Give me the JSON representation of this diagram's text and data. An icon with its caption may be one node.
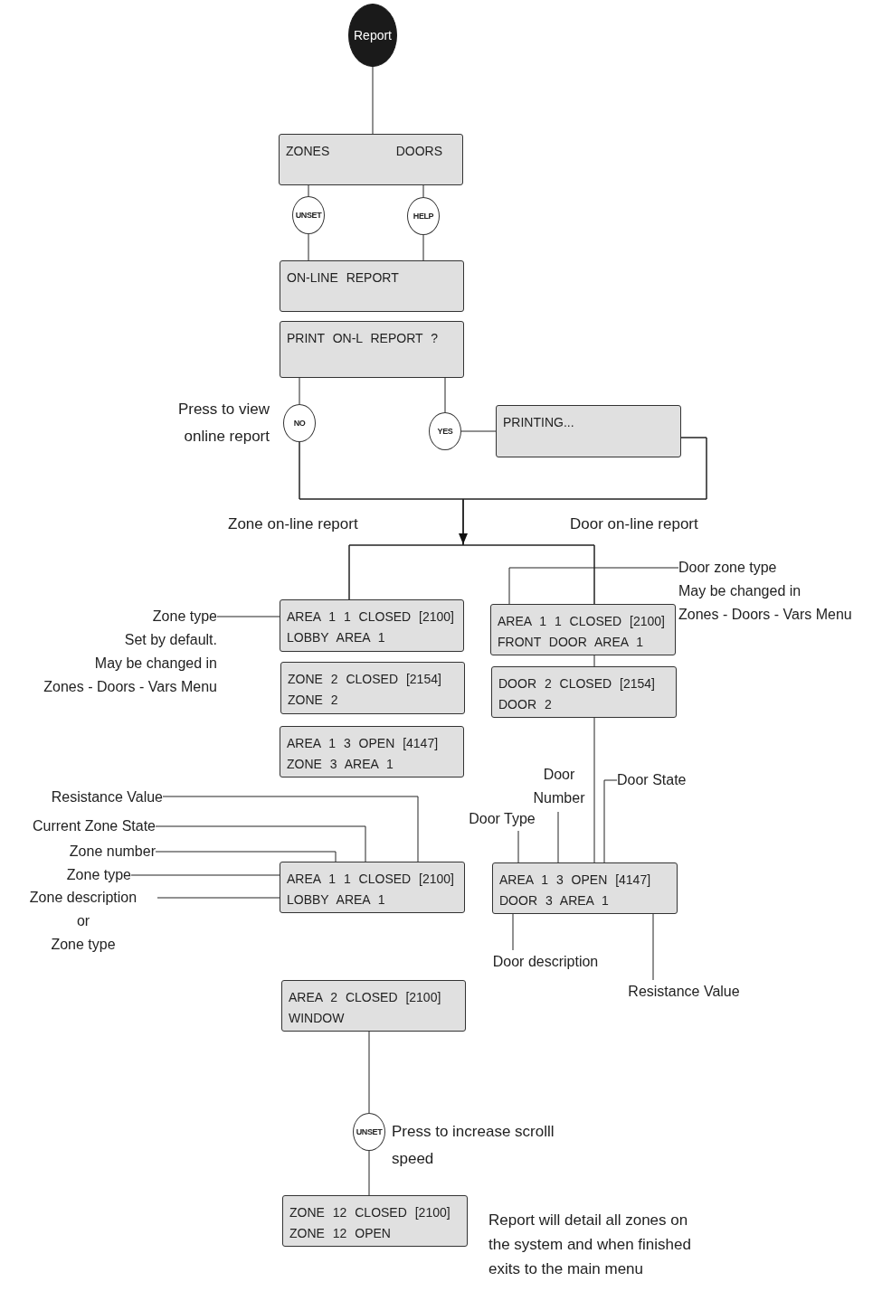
{
  "diagram": {
    "nodes": [
      {
        "text": [
          "Report"
        ]
      },
      {
        "text": [
          "ZONES",
          "DOORS"
        ]
      },
      {
        "text": [
          "UNSET"
        ]
      },
      {
        "text": [
          "HELP"
        ]
      },
      {
        "text": [
          "ON-LINE REPORT"
        ]
      },
      {
        "text": [
          "PRINT ON-L REPORT ?"
        ]
      },
      {
        "text": [
          "NO"
        ],
        "beside": [
          "Press to view online report"
        ]
      },
      {
        "text": [
          "YES"
        ]
      },
      {
        "text": [
          "PRINTING..."
        ]
      },
      {
        "text": [
          "AREA 1 1 CLOSED [2100]",
          "LOBBY AREA 1"
        ]
      },
      {
        "text": [
          "ZONE 2 CLOSED [2154]",
          "ZONE 2"
        ]
      },
      {
        "text": [
          "AREA 1 3 OPEN [4147]",
          "ZONE 3 AREA 1"
        ]
      },
      {
        "text": [
          "AREA 1 1 CLOSED [2100]",
          "FRONT DOOR AREA 1"
        ]
      },
      {
        "text": [
          "DOOR 2 CLOSED [2154]",
          "DOOR 2"
        ]
      },
      {
        "text": [
          "AREA 1 1 CLOSED [2100]",
          "LOBBY AREA 1"
        ]
      },
      {
        "text": [
          "AREA 1 3 OPEN [4147]",
          "DOOR 3 AREA 1"
        ]
      },
      {
        "text": [
          "AREA 2 CLOSED [2100]",
          "WINDOW"
        ]
      },
      {
        "text": [
          "UNSET"
        ],
        "beside": [
          "Press to increase scrolll speed"
        ]
      },
      {
        "text": [
          "ZONE 12 CLOSED [2100]",
          "ZONE 12 OPEN"
        ]
      },
      {
        "text": [
          "Zone type",
          "Set by default.",
          "May be changed in",
          "Zones - Doors - Vars Menu"
        ]
      },
      {
        "text": [
          "Door zone type",
          "May be changed in",
          "Zones - Doors - Vars Menu"
        ]
      },
      {
        "text": [
          "Resistance Value"
        ]
      },
      {
        "text": [
          "Current Zone State"
        ]
      },
      {
        "text": [
          "Zone number"
        ]
      },
      {
        "text": [
          "Zone type"
        ]
      },
      {
        "text": [
          "Zone description",
          "or",
          "Zone type"
        ]
      },
      {
        "text": [
          "Door Type"
        ]
      },
      {
        "text": [
          "Door Number"
        ]
      },
      {
        "text": [
          "Door State"
        ]
      },
      {
        "text": [
          "Door description"
        ]
      },
      {
        "text": [
          "Resistance Value"
        ]
      }
    ],
    "edges": [
      {
        "from": 0,
        "to": 1,
        "arrow": "none"
      },
      {
        "from": 1,
        "to": 2,
        "arrow": "none"
      },
      {
        "from": 2,
        "to": 4,
        "arrow": "none"
      },
      {
        "from": 1,
        "to": 3,
        "arrow": "none"
      },
      {
        "from": 3,
        "to": 4,
        "arrow": "none"
      },
      {
        "from": 5,
        "to": 6,
        "arrow": "none"
      },
      {
        "from": 5,
        "to": 7,
        "arrow": "none"
      },
      {
        "from": 7,
        "to": 8,
        "arrow": "none"
      },
      {
        "from": 6,
        "to": 9,
        "arrow": "to"
      },
      {
        "from": 6,
        "to": 12,
        "arrow": "to"
      },
      {
        "from": 8,
        "to": 9,
        "arrow": "to"
      },
      {
        "from": 8,
        "to": 12,
        "arrow": "to"
      },
      {
        "from": 12,
        "to": 13,
        "arrow": "none"
      },
      {
        "from": 13,
        "to": 15,
        "arrow": "none"
      },
      {
        "from": 16,
        "to": 17,
        "arrow": "none"
      },
      {
        "from": 17,
        "to": 18,
        "arrow": "none"
      },
      {
        "from": 19,
        "to": 9,
        "arrow": "none"
      },
      {
        "from": 20,
        "to": 12,
        "arrow": "none"
      },
      {
        "from": 21,
        "to": 14,
        "arrow": "none"
      },
      {
        "from": 22,
        "to": 14,
        "arrow": "none"
      },
      {
        "from": 23,
        "to": 14,
        "arrow": "none"
      },
      {
        "from": 24,
        "to": 14,
        "arrow": "none"
      },
      {
        "from": 25,
        "to": 14,
        "arrow": "none"
      },
      {
        "from": 26,
        "to": 15,
        "arrow": "none"
      },
      {
        "from": 27,
        "to": 15,
        "arrow": "none"
      },
      {
        "from": 28,
        "to": 15,
        "arrow": "none"
      },
      {
        "from": 29,
        "to": 15,
        "arrow": "none"
      },
      {
        "from": 30,
        "to": 15,
        "arrow": "none"
      }
    ],
    "labels": [
      "Zone on-line report",
      "Door on-line report",
      "Report will detail all zones on the system and when finished exits to the main menu"
    ]
  }
}
